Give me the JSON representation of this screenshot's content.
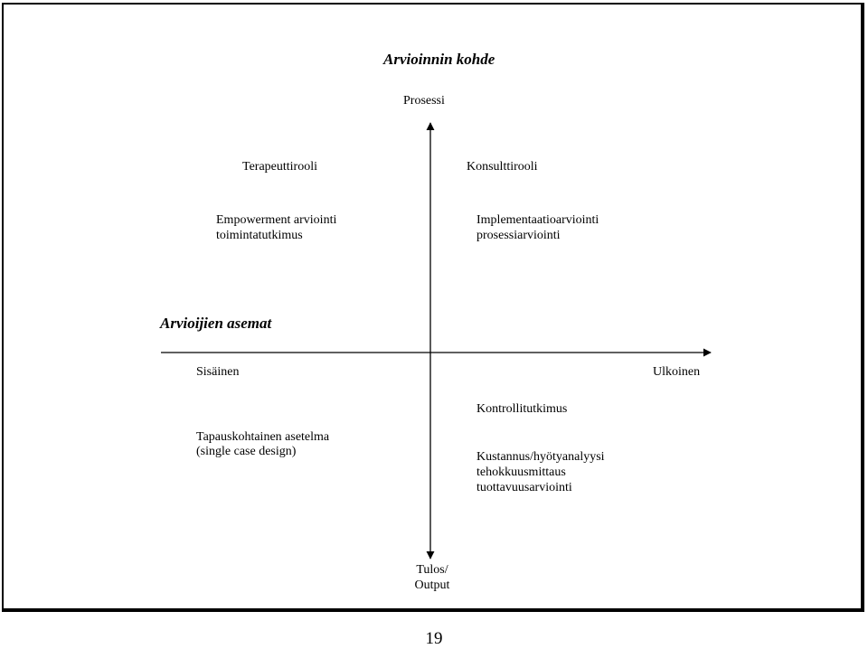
{
  "diagram": {
    "title_top": "Arvioinnin kohde",
    "title_left": "Arvioijien asemat",
    "axis": {
      "top": "Prosessi",
      "bottom": [
        "Tulos/",
        "Output"
      ],
      "left": "Sisäinen",
      "right": "Ulkoinen"
    },
    "quadrants": {
      "top_left": {
        "role": "Terapeuttirooli",
        "methods": [
          "Empowerment arviointi",
          "toimintatutkimus"
        ]
      },
      "top_right": {
        "role": "Konsulttirooli",
        "methods": [
          "Implementaatioarviointi",
          "prosessiarviointi"
        ]
      },
      "bottom_left": {
        "methods": [
          "Tapauskohtainen asetelma",
          "(single case design)"
        ]
      },
      "bottom_right": {
        "role": "Kontrollitutkimus",
        "methods": [
          "Kustannus/hyötyanalyysi",
          "tehokkuusmittaus",
          "tuottavuusarviointi"
        ]
      }
    }
  },
  "page_number": "19",
  "colors": {
    "ink": "#000000",
    "background": "#ffffff"
  }
}
